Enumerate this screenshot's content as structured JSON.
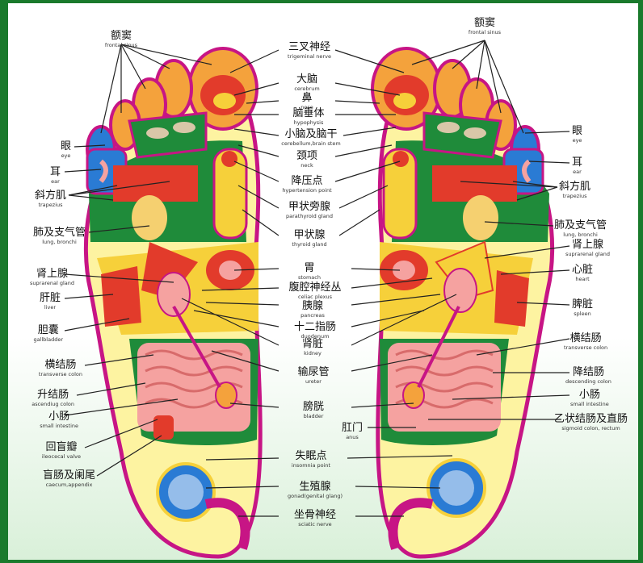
{
  "colors": {
    "background_frame": "#1a7a2c",
    "foot_outline": "#c71585",
    "foot_base": "#fdf3a1",
    "toe_orange": "#f4a23c",
    "green_zone": "#1f8b3a",
    "red_zone": "#e23b2b",
    "blue_zone": "#2a7bd4",
    "intestine_pink": "#f5a2a0",
    "leader_line": "#222222"
  },
  "center_labels": [
    {
      "zh": "三叉神经",
      "en": "trigeminal nerve"
    },
    {
      "zh": "大脑",
      "en": "cerebrum"
    },
    {
      "zh": "鼻",
      "en": "nose"
    },
    {
      "zh": "脑垂体",
      "en": "hypophysis"
    },
    {
      "zh": "小脑及脑干",
      "en": "cerebellum,brain stem"
    },
    {
      "zh": "颈项",
      "en": "neck"
    },
    {
      "zh": "降压点",
      "en": "hypertension point"
    },
    {
      "zh": "甲状旁腺",
      "en": "parathyroid gland"
    },
    {
      "zh": "甲状腺",
      "en": "thyroid gland"
    },
    {
      "zh": "胃",
      "en": "stomach"
    },
    {
      "zh": "腹腔神经丛",
      "en": "celiac plexus"
    },
    {
      "zh": "胰腺",
      "en": "pancreas"
    },
    {
      "zh": "十二指肠",
      "en": "duodenum"
    },
    {
      "zh": "肾脏",
      "en": "kidney"
    },
    {
      "zh": "输尿管",
      "en": "ureter"
    },
    {
      "zh": "膀胱",
      "en": "bladder"
    },
    {
      "zh": "失眠点",
      "en": "insomnia point"
    },
    {
      "zh": "生殖腺",
      "en": "gonad(genital glang)"
    },
    {
      "zh": "坐骨神经",
      "en": "sciatic nerve"
    }
  ],
  "left_labels": [
    {
      "zh": "额窦",
      "en": "frontal sinus"
    },
    {
      "zh": "眼",
      "en": "eye"
    },
    {
      "zh": "耳",
      "en": "ear"
    },
    {
      "zh": "斜方肌",
      "en": "trapezius"
    },
    {
      "zh": "肺及支气管",
      "en": "lung, bronchi"
    },
    {
      "zh": "肾上腺",
      "en": "suprarenal gland"
    },
    {
      "zh": "肝脏",
      "en": "liver"
    },
    {
      "zh": "胆囊",
      "en": "gallbladder"
    },
    {
      "zh": "横结肠",
      "en": "transverse colon"
    },
    {
      "zh": "升结肠",
      "en": "ascendiug colon"
    },
    {
      "zh": "小肠",
      "en": "small intestine"
    },
    {
      "zh": "回盲瓣",
      "en": "ileocecal valve"
    },
    {
      "zh": "盲肠及阑尾",
      "en": "caecum,appendix"
    }
  ],
  "right_labels": [
    {
      "zh": "额窦",
      "en": "frontal sinus"
    },
    {
      "zh": "眼",
      "en": "eye"
    },
    {
      "zh": "耳",
      "en": "ear"
    },
    {
      "zh": "斜方肌",
      "en": "trapezius"
    },
    {
      "zh": "肺及支气管",
      "en": "lung, bronchi"
    },
    {
      "zh": "肾上腺",
      "en": "suprarenal gland"
    },
    {
      "zh": "心脏",
      "en": "heart"
    },
    {
      "zh": "脾脏",
      "en": "spleen"
    },
    {
      "zh": "横结肠",
      "en": "transverse colon"
    },
    {
      "zh": "降结肠",
      "en": "descending colon"
    },
    {
      "zh": "小肠",
      "en": "small intestine"
    },
    {
      "zh": "乙状结肠及直肠",
      "en": "sigmoid colon, rectum"
    },
    {
      "zh": "肛门",
      "en": "anus"
    }
  ]
}
